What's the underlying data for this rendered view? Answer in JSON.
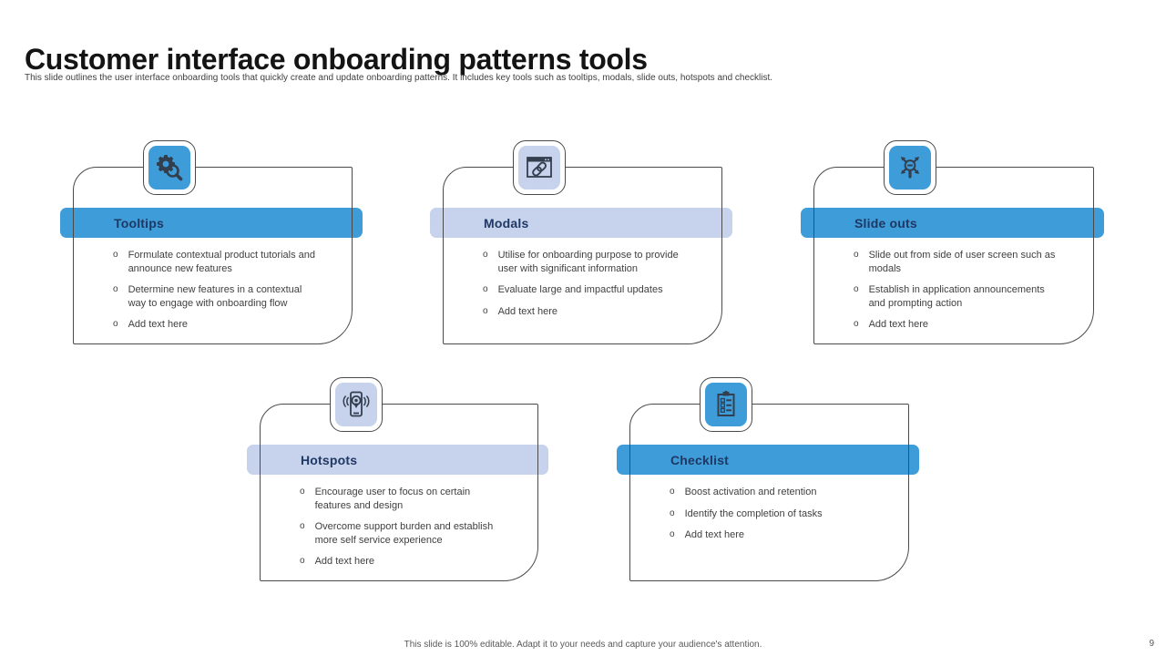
{
  "slide": {
    "title": "Customer interface onboarding patterns tools",
    "subtitle": "This slide outlines the user interface onboarding tools that quickly create and update onboarding patterns. It includes key tools such as tooltips, modals, slide outs, hotspots and checklist.",
    "footer": "This slide is 100% editable. Adapt it to your needs and capture your audience's attention.",
    "page_number": "9"
  },
  "colors": {
    "accent_blue": "#3E9CD9",
    "accent_lavender": "#C7D2EC",
    "title_text": "#1F3864",
    "body_text": "#404040",
    "outline": "#4a4a4a",
    "icon_glyph": "#333F4F"
  },
  "cards": [
    {
      "title": "Tooltips",
      "accent": "blue",
      "icon": "gear-magnifier-icon",
      "bullets": [
        "Formulate contextual product tutorials and announce new features",
        "Determine new features in a contextual way to engage with onboarding flow",
        "Add text here"
      ]
    },
    {
      "title": "Modals",
      "accent": "lavender",
      "icon": "window-link-icon",
      "bullets": [
        "Utilise for onboarding purpose to provide user with significant information",
        "Evaluate large and impactful updates",
        "Add text here"
      ]
    },
    {
      "title": "Slide outs",
      "accent": "blue",
      "icon": "expand-arrows-magnifier-icon",
      "bullets": [
        "Slide out from side of user screen such as modals",
        "Establish in application announcements and prompting action",
        "Add text here"
      ]
    },
    {
      "title": "Hotspots",
      "accent": "lavender",
      "icon": "phone-hotspot-pin-icon",
      "bullets": [
        "Encourage user to focus on certain features and design",
        "Overcome support burden and establish more self service experience",
        "Add text here"
      ]
    },
    {
      "title": "Checklist",
      "accent": "blue",
      "icon": "clipboard-checklist-icon",
      "bullets": [
        "Boost activation and retention",
        "Identify the completion of tasks",
        "Add text here"
      ]
    }
  ]
}
